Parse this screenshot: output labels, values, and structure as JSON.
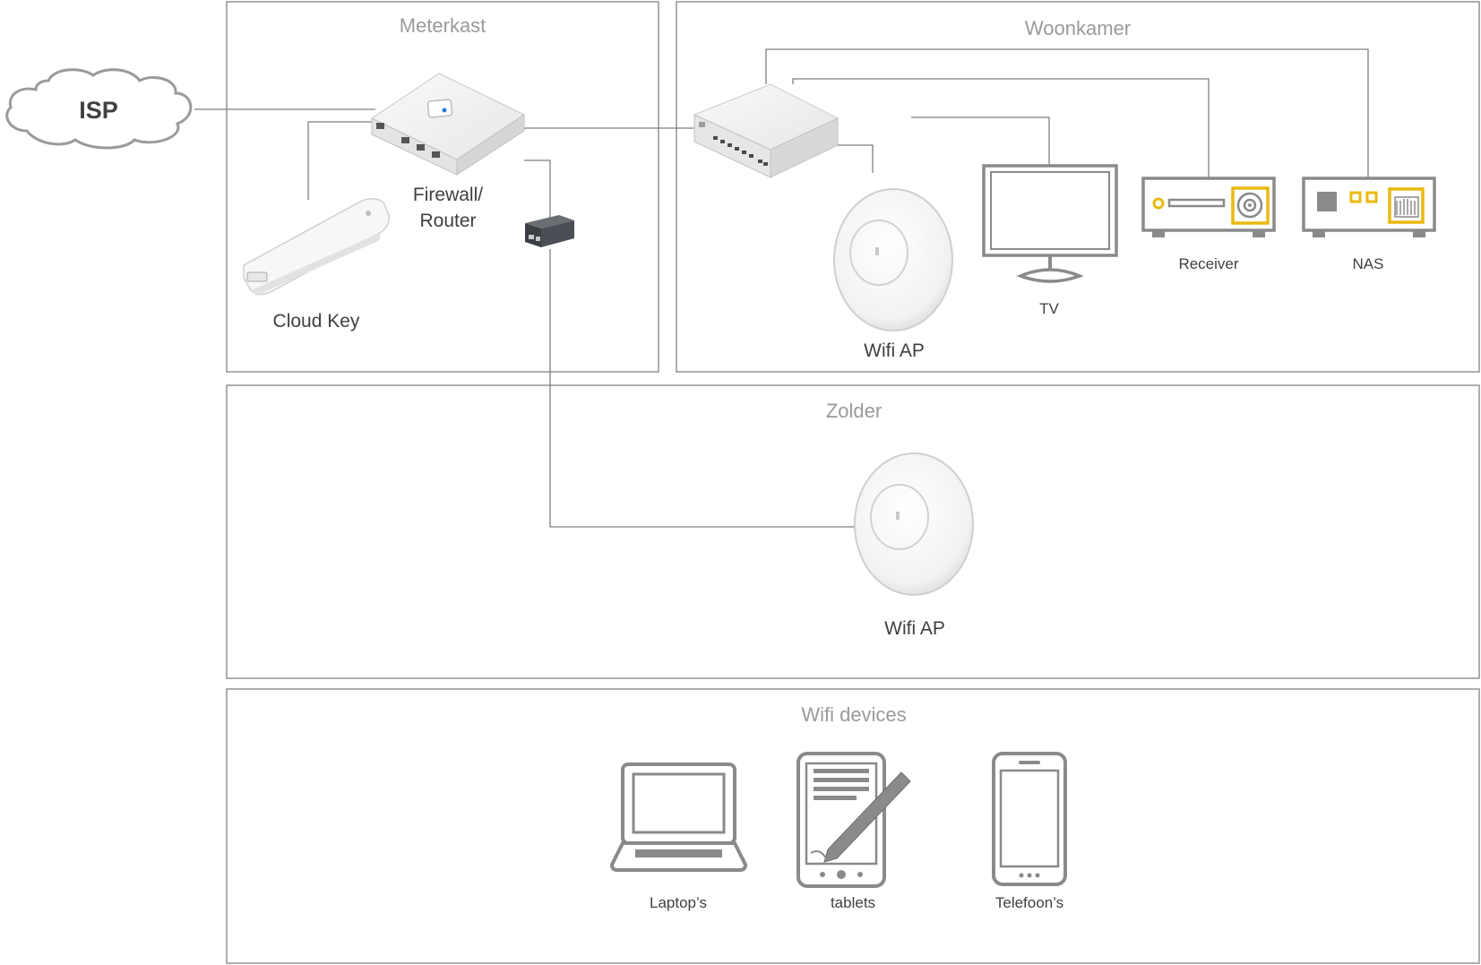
{
  "zones": {
    "meterkast": "Meterkast",
    "woonkamer": "Woonkamer",
    "zolder": "Zolder",
    "wifi_devices": "Wifi devices"
  },
  "devices": {
    "isp": "ISP",
    "firewall_line1": "Firewall/",
    "firewall_line2": "Router",
    "cloud_key": "Cloud Key",
    "wifi_ap_woonkamer": "Wifi AP",
    "tv": "TV",
    "receiver": "Receiver",
    "nas": "NAS",
    "wifi_ap_zolder": "Wifi AP",
    "laptops": "Laptop’s",
    "tablets": "tablets",
    "phones": "Telefoon’s"
  },
  "colors": {
    "accent": "#e8b90f",
    "line": "#7f7f7f",
    "icon": "#8a8a8a",
    "zone_title": "#9a9a9a"
  },
  "icons": [
    "cloud-icon",
    "router-icon",
    "cloud-key-icon",
    "poe-injector-icon",
    "switch-icon",
    "access-point-icon",
    "monitor-icon",
    "receiver-icon",
    "nas-icon",
    "laptop-icon",
    "tablet-icon",
    "phone-icon"
  ]
}
